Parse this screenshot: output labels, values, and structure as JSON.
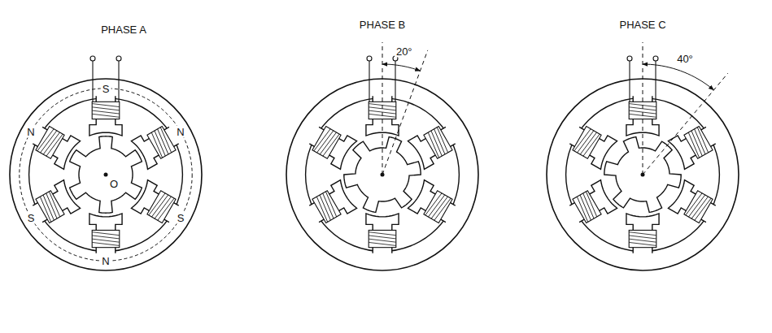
{
  "diagram": {
    "labels": [
      "PHASE A",
      "S",
      "N",
      "N",
      "O",
      "S",
      "S",
      "N",
      "PHASE B",
      "20°",
      "PHASE C",
      "40°"
    ]
  }
}
